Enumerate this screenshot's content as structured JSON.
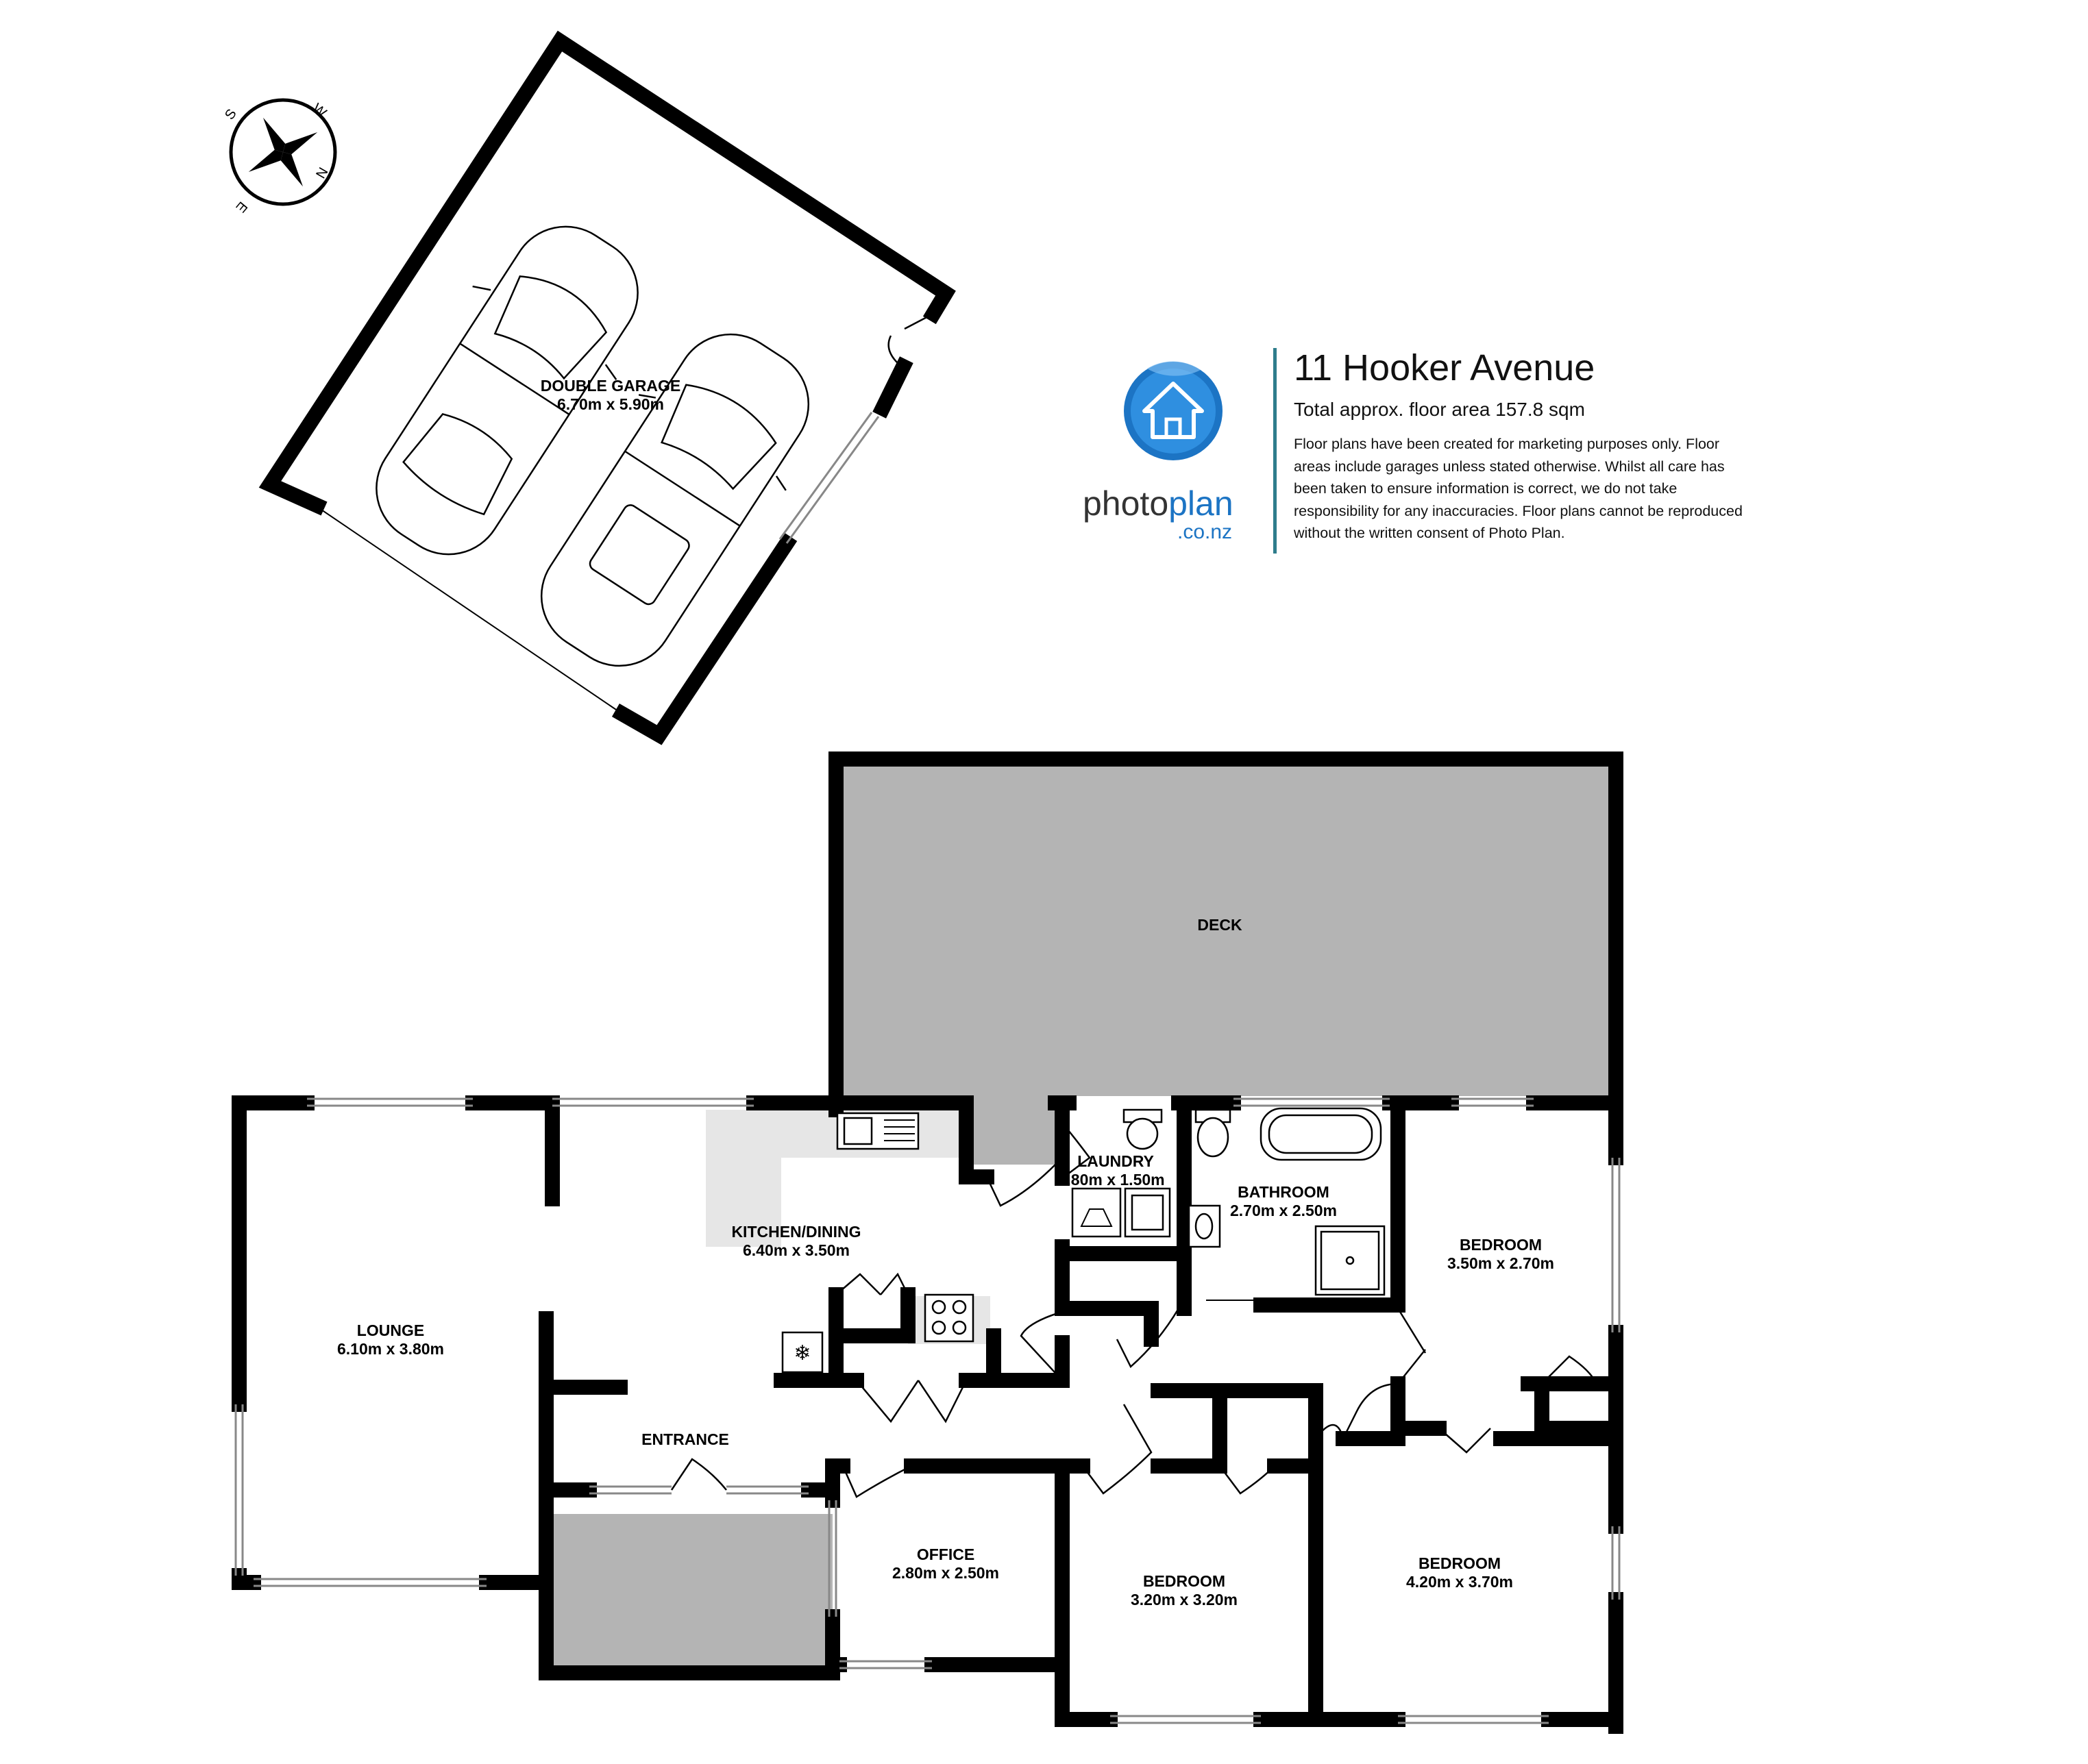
{
  "listing": {
    "address": "11 Hooker Avenue",
    "floor_area": "Total approx. floor area 157.8 sqm",
    "disclaimer": "Floor plans have been created for marketing purposes only. Floor areas include garages unless stated otherwise. Whilst all care has been taken to ensure information is correct, we do not take responsibility for any inaccuracies. Floor plans cannot be reproduced without the written consent of Photo Plan."
  },
  "brand": {
    "word_main": "photo",
    "word_accent": "plan",
    "domain": ".co.nz",
    "accent_color": "#1c74c4",
    "divider_color": "#2e7d8c",
    "icon": "house-logo-icon"
  },
  "compass": {
    "letters": [
      "S",
      "W",
      "N",
      "E"
    ],
    "icon": "compass-icon"
  },
  "rooms": {
    "garage": {
      "name": "DOUBLE GARAGE",
      "size": "6.70m  x 5.90m"
    },
    "deck": {
      "name": "DECK"
    },
    "laundry": {
      "name": "LAUNDRY",
      "size": ".80m  x 1.50m"
    },
    "bathroom": {
      "name": "BATHROOM",
      "size": "2.70m  x 2.50m"
    },
    "bedroom_ne": {
      "name": "BEDROOM",
      "size": "3.50m  x 2.70m"
    },
    "kitchen": {
      "name": "KITCHEN/DINING",
      "size": "6.40m  x 3.50m"
    },
    "lounge": {
      "name": "LOUNGE",
      "size": "6.10m  x 3.80m"
    },
    "entrance": {
      "name": "ENTRANCE"
    },
    "office": {
      "name": "OFFICE",
      "size": "2.80m  x 2.50m"
    },
    "bedroom_mid": {
      "name": "BEDROOM",
      "size": "3.20m  x 3.20m"
    },
    "bedroom_se": {
      "name": "BEDROOM",
      "size": "4.20m  x 3.70m"
    }
  },
  "colors": {
    "deck": "#b4b4b4",
    "porch": "#b4b4b4",
    "benchtop": "#e6e6e6",
    "wall": "#000000"
  }
}
